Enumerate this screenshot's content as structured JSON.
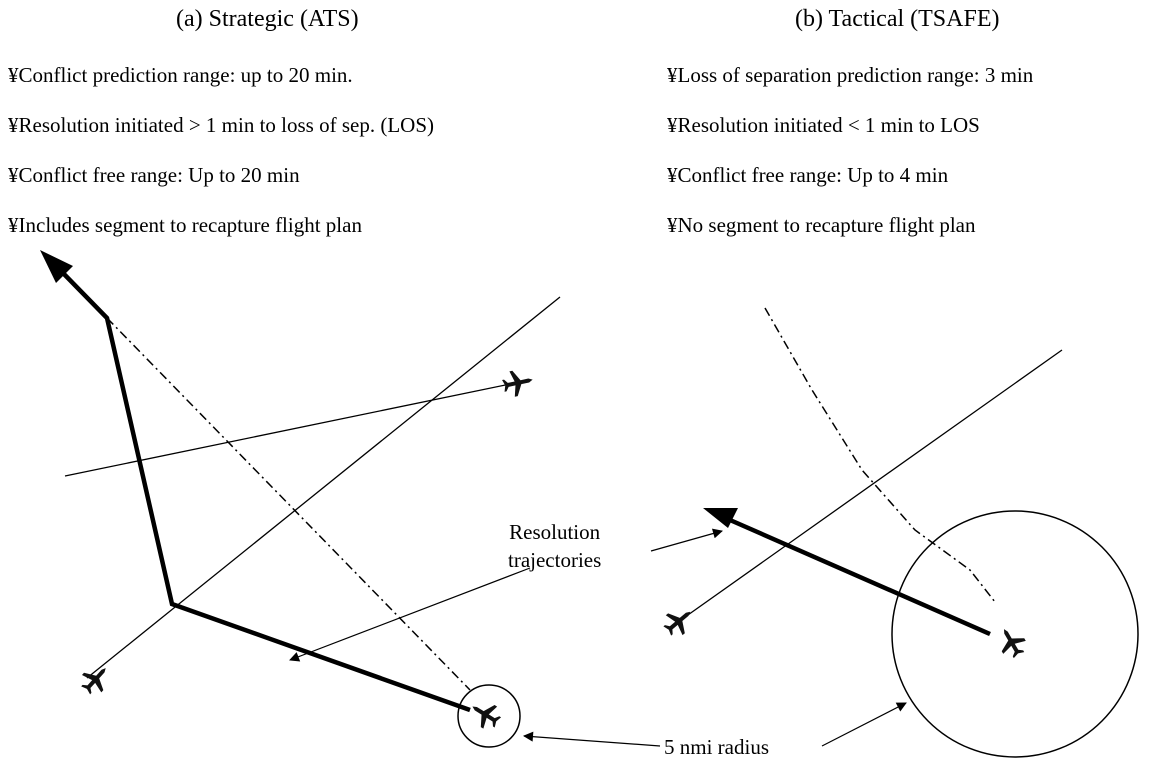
{
  "panels": {
    "strategic": {
      "title": "(a) Strategic (ATS)",
      "bullets": [
        "¥Conflict prediction range: up to 20 min.",
        "¥Resolution initiated > 1 min to loss of sep. (LOS)",
        "¥Conflict free range: Up to 20 min",
        "¥Includes segment to recapture flight plan"
      ]
    },
    "tactical": {
      "title": "(b) Tactical (TSAFE)",
      "bullets": [
        "¥Loss of separation prediction range: 3 min",
        "¥Resolution initiated < 1 min to LOS",
        "¥Conflict free range: Up to 4 min",
        "¥No segment to recapture  flight plan"
      ]
    }
  },
  "callouts": {
    "resolution_line1": "Resolution",
    "resolution_line2": "trajectories",
    "radius": "5 nmi radius"
  },
  "icons": {
    "aircraft": "airplane-icon"
  }
}
